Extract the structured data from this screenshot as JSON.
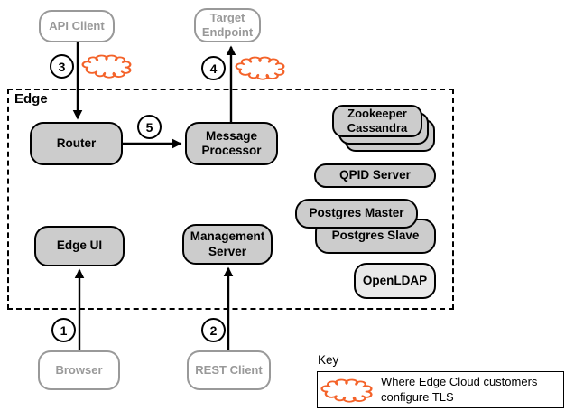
{
  "colors": {
    "tls_cloud_orange": "#f4632a",
    "internal_node_fill": "#cccccc",
    "openldap_fill": "#e9e9e9",
    "external_node_gray": "#999999"
  },
  "edge_group": {
    "label": "Edge"
  },
  "nodes": {
    "api_client": {
      "label": "API Client"
    },
    "target_endpoint": {
      "label": "Target Endpoint"
    },
    "router": {
      "label": "Router"
    },
    "message_processor": {
      "label": "Message Processor"
    },
    "edge_ui": {
      "label": "Edge UI"
    },
    "management_server": {
      "label": "Management Server"
    },
    "zookeeper": {
      "label": "Zookeeper"
    },
    "cassandra": {
      "label": "Cassandra"
    },
    "qpid_server": {
      "label": "QPID Server"
    },
    "postgres_master": {
      "label": "Postgres Master"
    },
    "postgres_slave": {
      "label": "Postgres Slave"
    },
    "openldap": {
      "label": "OpenLDAP"
    },
    "browser": {
      "label": "Browser"
    },
    "rest_client": {
      "label": "REST Client"
    }
  },
  "steps": {
    "s1": "1",
    "s2": "2",
    "s3": "3",
    "s4": "4",
    "s5": "5"
  },
  "key": {
    "heading": "Key",
    "cloud_meaning": "Where Edge Cloud customers configure TLS"
  }
}
